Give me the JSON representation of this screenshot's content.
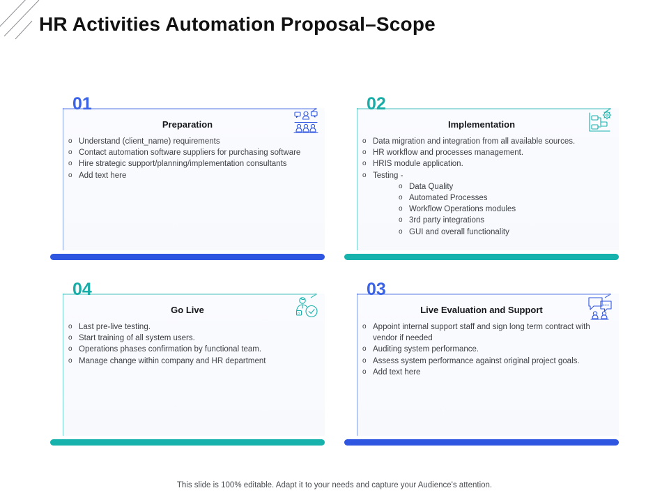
{
  "title": "HR Activities Automation Proposal–Scope",
  "colors": {
    "blue": "#2f56e0",
    "blue_num": "#3a63e8",
    "teal": "#17b2ac",
    "teal_num": "#1aada8",
    "panel": "#f8fafd",
    "text": "#3c3f45"
  },
  "footer": {
    "note": "This slide is 100% editable. Adapt it to your needs and capture your Audience's attention."
  },
  "cards": [
    {
      "number": "01",
      "title": "Preparation",
      "icon_name": "meeting-people-icon",
      "accent": "blue",
      "bullets": [
        {
          "text": "Understand (client_name) requirements",
          "level": 0
        },
        {
          "text": "Contact automation software suppliers for purchasing software",
          "level": 0
        },
        {
          "text": "Hire strategic support/planning/implementation  consultants",
          "level": 0
        },
        {
          "text": "Add text here",
          "level": 0
        }
      ]
    },
    {
      "number": "02",
      "title": "Implementation",
      "icon_name": "workflow-gear-icon",
      "accent": "teal",
      "bullets": [
        {
          "text": "Data migration and integration from all available sources.",
          "level": 0
        },
        {
          "text": "HR workflow and processes management.",
          "level": 0
        },
        {
          "text": "HRIS module application.",
          "level": 0
        },
        {
          "text": "Testing -",
          "level": 0
        },
        {
          "text": "Data Quality",
          "level": 1
        },
        {
          "text": "Automated Processes",
          "level": 1
        },
        {
          "text": "Workflow Operations modules",
          "level": 1
        },
        {
          "text": "3rd party integrations",
          "level": 1
        },
        {
          "text": "GUI and overall  functionality",
          "level": 1
        }
      ]
    },
    {
      "number": "04",
      "title": "Go Live",
      "icon_name": "person-check-icon",
      "accent": "teal",
      "bullets": [
        {
          "text": "Last pre-live testing.",
          "level": 0
        },
        {
          "text": "Start training of all system users.",
          "level": 0
        },
        {
          "text": "Operations phases confirmation by functional team.",
          "level": 0
        },
        {
          "text": "Manage change within company and HR department",
          "level": 0
        }
      ]
    },
    {
      "number": "03",
      "title": "Live Evaluation and Support",
      "icon_name": "support-chat-icon",
      "accent": "blue",
      "bullets": [
        {
          "text": "Appoint internal support staff and sign long term contract with vendor  if needed",
          "level": 0
        },
        {
          "text": "Auditing system performance.",
          "level": 0
        },
        {
          "text": "Assess system performance against original project goals.",
          "level": 0
        },
        {
          "text": "Add text here",
          "level": 0
        }
      ]
    }
  ],
  "bullet_marker": "o"
}
